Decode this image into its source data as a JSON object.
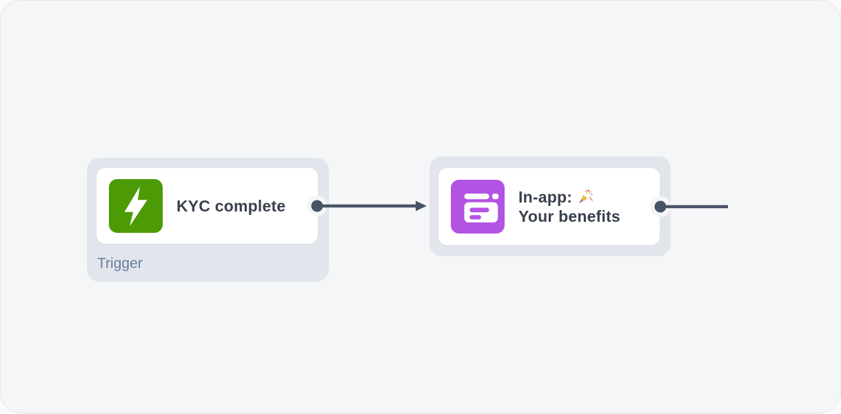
{
  "canvas": {
    "description": "workflow-canvas"
  },
  "colors": {
    "canvas_background": "#F5F6F7",
    "node_container": "#E2E6EC",
    "card_background": "#FFFFFF",
    "trigger_icon_green": "#4C9B06",
    "in_app_icon_purple": "#B353E4",
    "title_text": "#39414E",
    "type_label_text": "#677C9D",
    "connector": "#475366"
  },
  "nodes": [
    {
      "id": "trigger",
      "title": "KYC complete",
      "type_label": "Trigger",
      "icon": "lightning-bolt-icon"
    },
    {
      "id": "in-app-message",
      "title_line1": "In-app:",
      "emoji": "🎉",
      "title_line2": "Your benefits",
      "icon": "in-app-message-icon"
    }
  ],
  "edges": [
    {
      "from": "trigger",
      "to": "in-app-message",
      "style": "arrow"
    },
    {
      "from": "in-app-message",
      "style": "line"
    }
  ]
}
